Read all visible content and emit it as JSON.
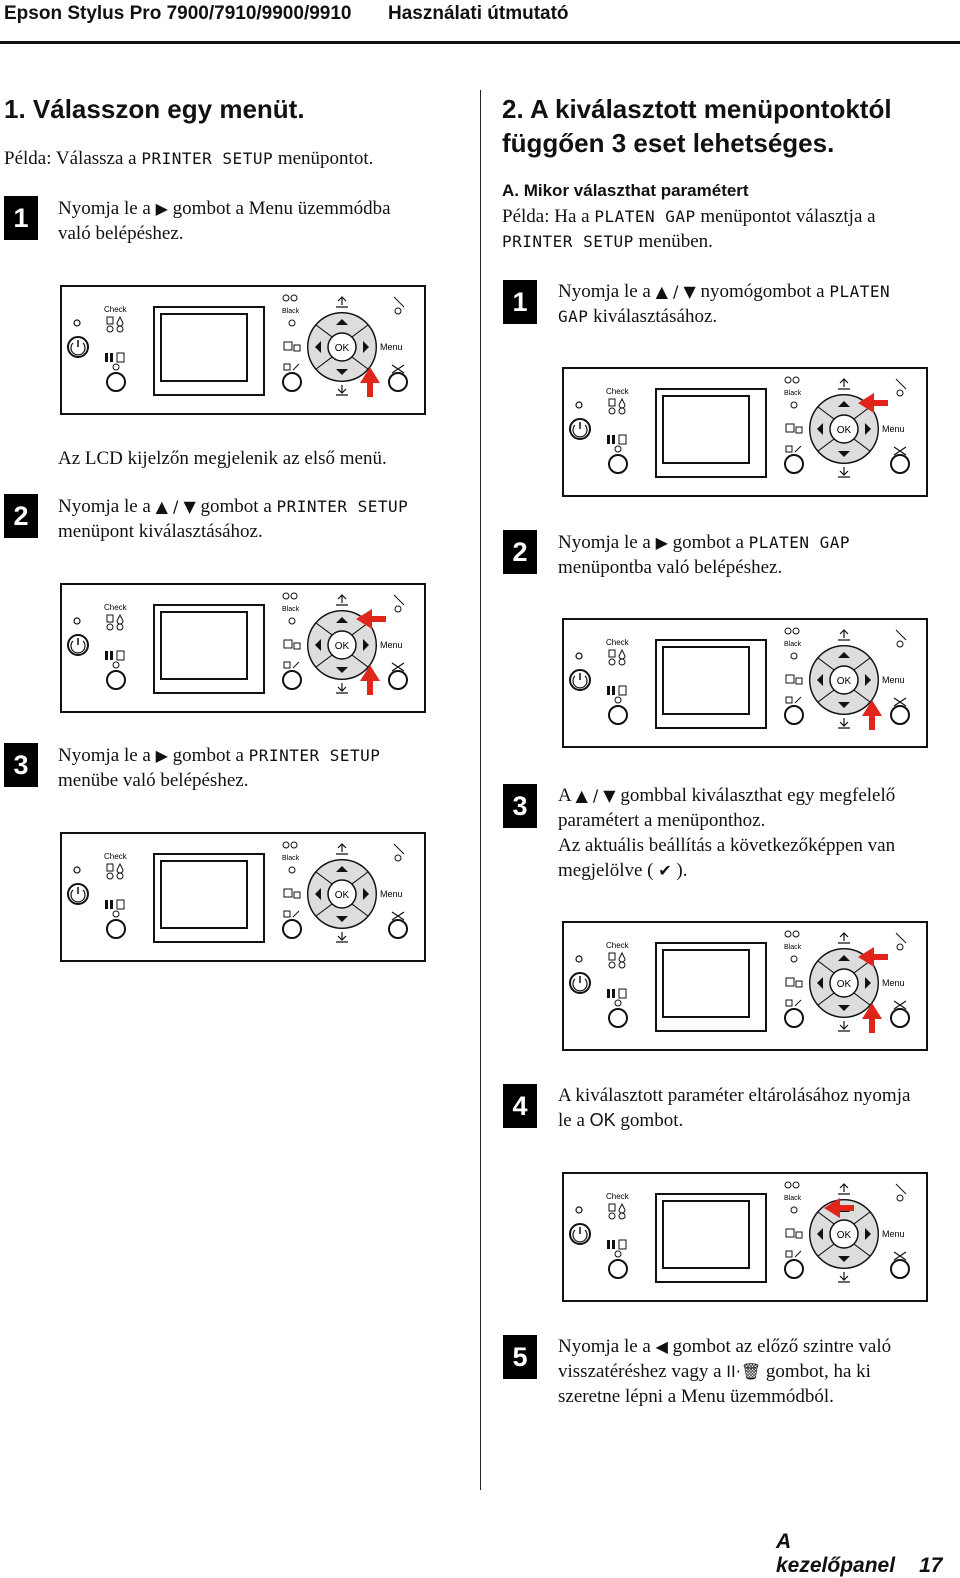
{
  "header": {
    "title": "Epson Stylus Pro 7900/7910/9900/9910",
    "subtitle": "Használati útmutató"
  },
  "left": {
    "heading": "1. Válasszon egy menüt.",
    "example_pre": "Példa: Válassza a ",
    "example_code": "PRINTER SETUP",
    "example_post": " menüpontot.",
    "steps": [
      {
        "num": "1",
        "pre": "Nyomja le a ",
        "icon": "▶",
        "post": " gombot a Menu üzemmódba",
        "line2": "való belépéshez."
      },
      {
        "num": "2",
        "pre": "Nyomja le a ",
        "icon": "▲ / ▼",
        "mid": " gombot a ",
        "code": "PRINTER SETUP",
        "line2": "menüpont kiválasztásához."
      },
      {
        "num": "3",
        "pre": "Nyomja le a ",
        "icon": "▶",
        "mid": " gombot a ",
        "code": "PRINTER SETUP",
        "line2": "menübe való belépéshez."
      }
    ],
    "note": "Az LCD kijelzőn megjelenik az első menü."
  },
  "right": {
    "heading_l1": "2. A kiválasztott menüpontoktól",
    "heading_l2": "függően 3 eset lehetséges.",
    "subheading": "A. Mikor választhat paramétert",
    "example_pre": "Példa: Ha a ",
    "example_code1": "PLATEN GAP",
    "example_mid": " menüpontot választja a",
    "example_code2": "PRINTER SETUP",
    "example_post": " menüben.",
    "steps": [
      {
        "num": "1",
        "pre": "Nyomja le a ",
        "icon": "▲ / ▼",
        "mid": " nyomógombot a ",
        "code": "PLATEN",
        "code2": "GAP",
        "line2": " kiválasztásához."
      },
      {
        "num": "2",
        "pre": "Nyomja le a ",
        "icon": "▶",
        "mid": " gombot a ",
        "code": "PLATEN GAP",
        "line2": "menüpontba való belépéshez."
      },
      {
        "num": "3",
        "pre": "A ",
        "icon": "▲ / ▼",
        "mid": " gombbal kiválaszthat egy megfelelő",
        "line2": "paramétert a menüponthoz.",
        "line3": "Az aktuális beállítás a következőképpen van",
        "line4_pre": "megjelölve ( ",
        "check": "✔",
        "line4_post": " )."
      },
      {
        "num": "4",
        "line1": "A kiválasztott paraméter eltárolásához nyomja",
        "pre": "le a ",
        "code": "OK",
        "post": " gombot."
      },
      {
        "num": "5",
        "pre": "Nyomja le a ",
        "icon": "◀",
        "mid": " gombot az előző szintre való",
        "line2_pre": "visszatéréshez vagy a ",
        "icon2": "II·🗑",
        "line2_post": " gombot, ha ki",
        "line3": "szeretne lépni a Menu üzemmódból."
      }
    ]
  },
  "panel_labels": {
    "check": "Check",
    "black": "Black",
    "ok": "OK",
    "menu": "Menu"
  },
  "footer": {
    "section": "A kezelőpanel",
    "page": "17"
  }
}
